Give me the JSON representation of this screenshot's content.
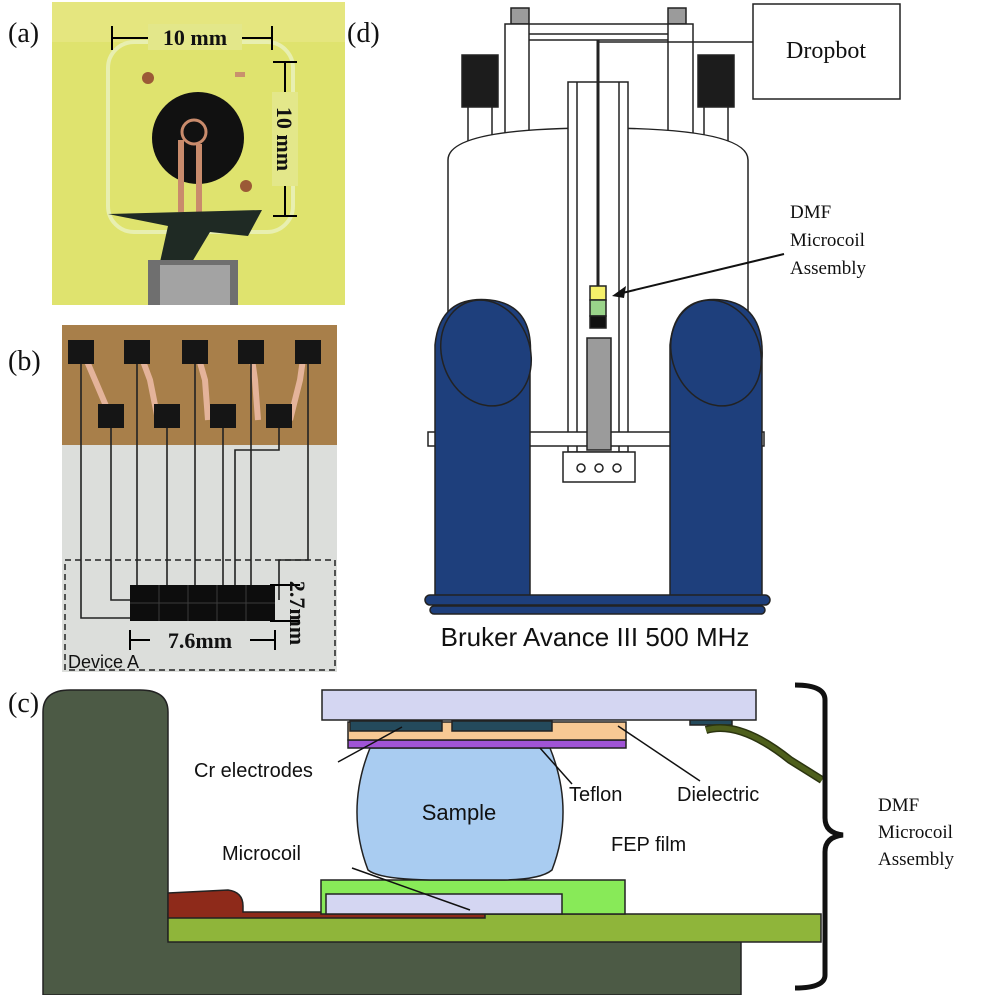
{
  "panels": {
    "a": {
      "label": "(a)",
      "dim_width": "10 mm",
      "dim_height": "10 mm",
      "colors": {
        "substrate": "#dfe36e",
        "border": "#e8efb0",
        "coil_disc": "#111111",
        "trace": "#c98b6c"
      }
    },
    "b": {
      "label": "(b)",
      "dim_length": "7.6mm",
      "dim_height": "2.7mm",
      "device_label": "Device A",
      "colors": {
        "board": "#a87f4a",
        "pad": "#151515",
        "trace": "#e4b39a",
        "glass": "#dcdedb"
      }
    },
    "c": {
      "label": "(c)",
      "labels": {
        "electrodes": "Cr electrodes",
        "teflon": "Teflon",
        "dielectric": "Dielectric",
        "sample": "Sample",
        "microcoil": "Microcoil",
        "fep": "FEP film"
      },
      "assembly_label": [
        "DMF",
        "Microcoil",
        "Assembly"
      ],
      "colors": {
        "probe_body": "#4c5a45",
        "top_plate": "#d4d6f2",
        "teflon_layer": "#f7c994",
        "dielectric_layer": "#a054d6",
        "electrode": "#244a5c",
        "sample": "#a9ccf1",
        "fep_block": "#88ea58",
        "coil_substrate": "#d4d6f2",
        "bottom_board": "#8fb53a",
        "microcoil_trace": "#8e2a1a",
        "cable": "#4e5f1c"
      }
    },
    "d": {
      "label": "(d)",
      "dropbot": "Dropbot",
      "assembly_label": [
        "DMF",
        "Microcoil",
        "Assembly"
      ],
      "magnet": "Bruker Avance III 500 MHz",
      "colors": {
        "legs": "#1e3f7c",
        "body": "#ffffff",
        "cap": "#9b9b9b",
        "dark": "#1c1c1c"
      }
    }
  }
}
